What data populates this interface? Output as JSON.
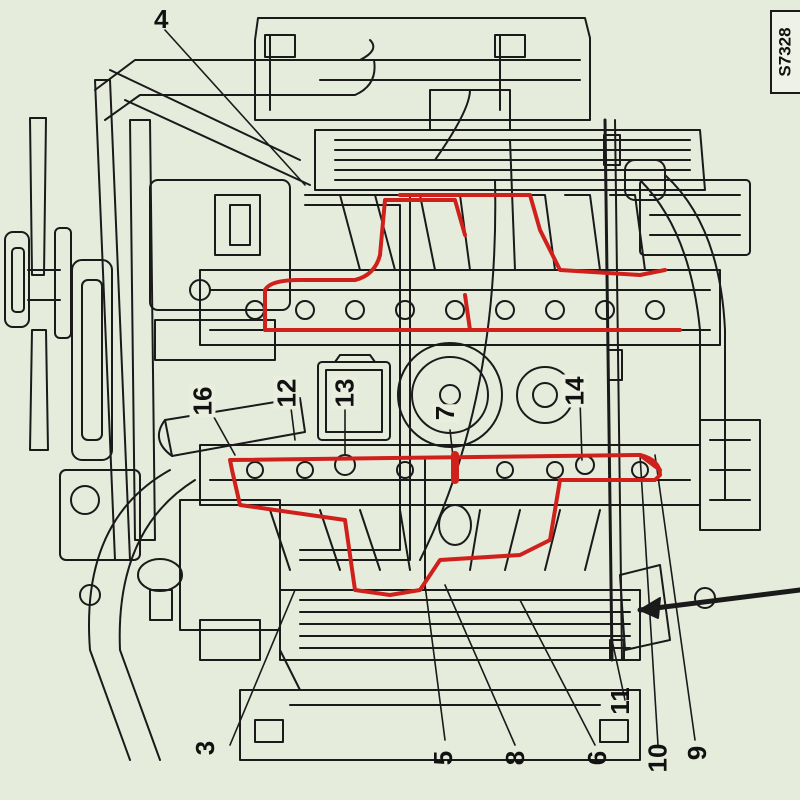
{
  "figure": {
    "reference_code": "S7328",
    "callouts": [
      {
        "id": "c3",
        "text": "3"
      },
      {
        "id": "c4",
        "text": "4"
      },
      {
        "id": "c5",
        "text": "5"
      },
      {
        "id": "c6",
        "text": "6"
      },
      {
        "id": "c7",
        "text": "7"
      },
      {
        "id": "c8",
        "text": "8"
      },
      {
        "id": "c9",
        "text": "9"
      },
      {
        "id": "c10",
        "text": "10"
      },
      {
        "id": "c11",
        "text": "11"
      },
      {
        "id": "c12",
        "text": "12"
      },
      {
        "id": "c13",
        "text": "13"
      },
      {
        "id": "c14",
        "text": "14"
      },
      {
        "id": "c16",
        "text": "16"
      }
    ]
  },
  "colors": {
    "background": "#e6ecdc",
    "line_art": "#1a1a1a",
    "highlight_wiring": "#d0201c"
  }
}
